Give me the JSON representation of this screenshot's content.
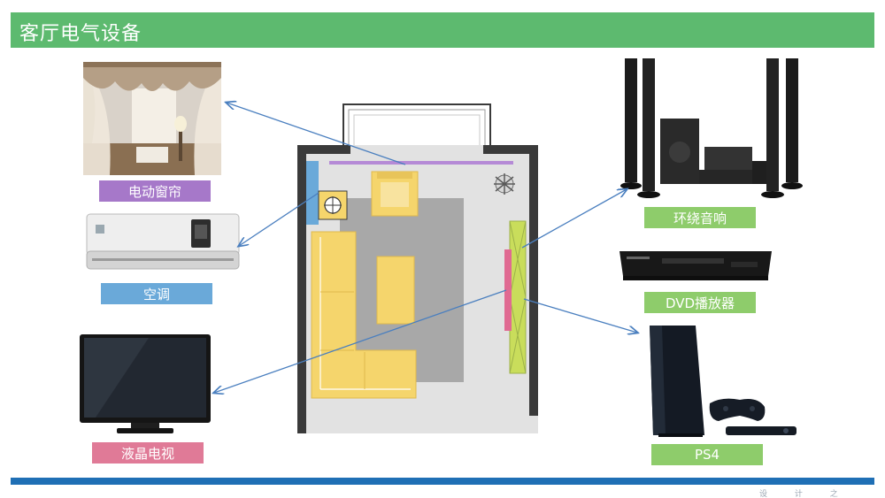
{
  "header": {
    "title": "客厅电气设备"
  },
  "devices": {
    "curtain": {
      "label": "电动窗帘",
      "color": "#a678c9"
    },
    "ac": {
      "label": "空调",
      "color": "#6aa9d9"
    },
    "tv": {
      "label": "液晶电视",
      "color": "#e07a97"
    },
    "surround": {
      "label": "环绕音响",
      "color": "#8ecc6b"
    },
    "dvd": {
      "label": "DVD播放器",
      "color": "#8ecc6b"
    },
    "ps4": {
      "label": "PS4",
      "color": "#8ecc6b"
    }
  },
  "footer": {
    "text": "设 计 之"
  },
  "colors": {
    "header": "#5dba6f",
    "footer": "#1f6fb5",
    "arrow": "#4a7fbf",
    "sofa": "#f5d56c",
    "rug": "#a8a8a8",
    "wall": "#3a3a3a",
    "floor": "#e2e2e2"
  }
}
